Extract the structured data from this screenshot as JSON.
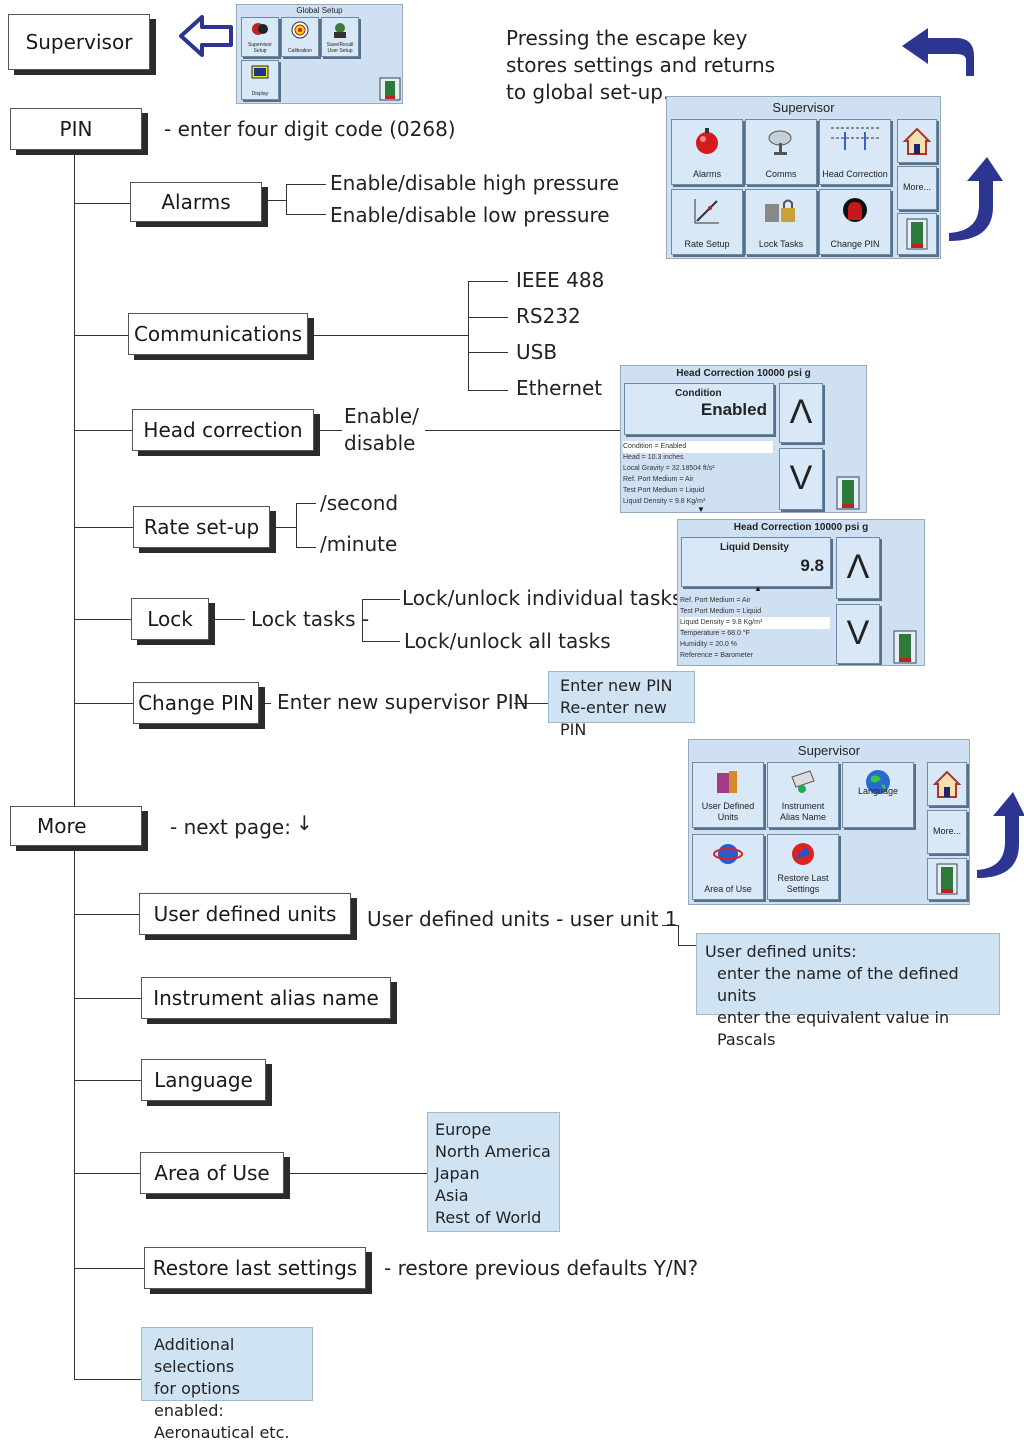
{
  "top": {
    "supervisor": "Supervisor",
    "escape_note": [
      "Pressing the escape key",
      "stores settings and returns",
      "to global set-up."
    ]
  },
  "global_setup_screen": {
    "title": "Global Setup",
    "buttons": [
      "Supervisor Setup",
      "Calibration",
      "Save/Recall User Setup",
      "Display"
    ]
  },
  "supervisor_screen1": {
    "title": "Supervisor",
    "buttons": [
      "Alarms",
      "Comms",
      "Head Correction",
      "More...",
      "Rate Setup",
      "Lock Tasks",
      "Change PIN"
    ]
  },
  "supervisor_screen2": {
    "title": "Supervisor",
    "buttons": [
      "User Defined Units",
      "Instrument Alias Name",
      "Language",
      "More...",
      "Area of Use",
      "Restore Last Settings"
    ]
  },
  "head_corr_screen1": {
    "title": "Head Correction 10000 psi g",
    "field_label": "Condition",
    "field_value": "Enabled",
    "lines": [
      "Condition = Enabled",
      "Head = 10.3 inches",
      "Local Gravity = 32.18504 ft/s²",
      "Ref. Port Medium = Air",
      "Test Port Medium = Liquid",
      "Liquid Density = 9.8 Kg/m³"
    ]
  },
  "head_corr_screen2": {
    "title": "Head Correction 10000 psi g",
    "field_label": "Liquid Density",
    "field_value": "9.8",
    "lines": [
      "Ref. Port Medium = Air",
      "Test Port Medium = Liquid",
      "Liquid Density = 9.8 Kg/m³",
      "Temperature = 68.0 °F",
      "Humidity = 20.0 %",
      "Reference = Barometer"
    ]
  },
  "tree": {
    "pin": "PIN",
    "pin_note": "- enter four digit code (0268)",
    "alarms": "Alarms",
    "alarms_opts": [
      "Enable/disable high pressure",
      "Enable/disable low pressure"
    ],
    "communications": "Communications",
    "comm_opts": [
      "IEEE 488",
      "RS232",
      "USB",
      "Ethernet"
    ],
    "head_correction": "Head correction",
    "head_opts": [
      "Enable/",
      "disable"
    ],
    "rate_setup": "Rate set-up",
    "rate_opts": [
      "/second",
      "/minute"
    ],
    "lock": "Lock",
    "lock_tasks": "Lock tasks -",
    "lock_opts": [
      "Lock/unlock individual tasks",
      "Lock/unlock all tasks"
    ],
    "change_pin": "Change PIN",
    "change_pin_note": "Enter new supervisor PIN",
    "change_pin_panel": [
      "Enter new PIN",
      "Re-enter new PIN"
    ],
    "more": "More",
    "more_note": "- next page:",
    "user_units": "User defined units",
    "user_units_note": "User defined units - user unit 1",
    "user_units_panel": [
      "User defined units:",
      "enter the name of the defined units",
      "enter the equivalent value in Pascals"
    ],
    "alias": "Instrument alias name",
    "language": "Language",
    "area": "Area of Use",
    "area_opts": [
      "Europe",
      "North America",
      "Japan",
      "Asia",
      "Rest of World"
    ],
    "restore": "Restore last settings",
    "restore_note": "- restore previous defaults Y/N?",
    "additional": [
      "Additional selections",
      "for options enabled:",
      "Aeronautical etc."
    ]
  }
}
